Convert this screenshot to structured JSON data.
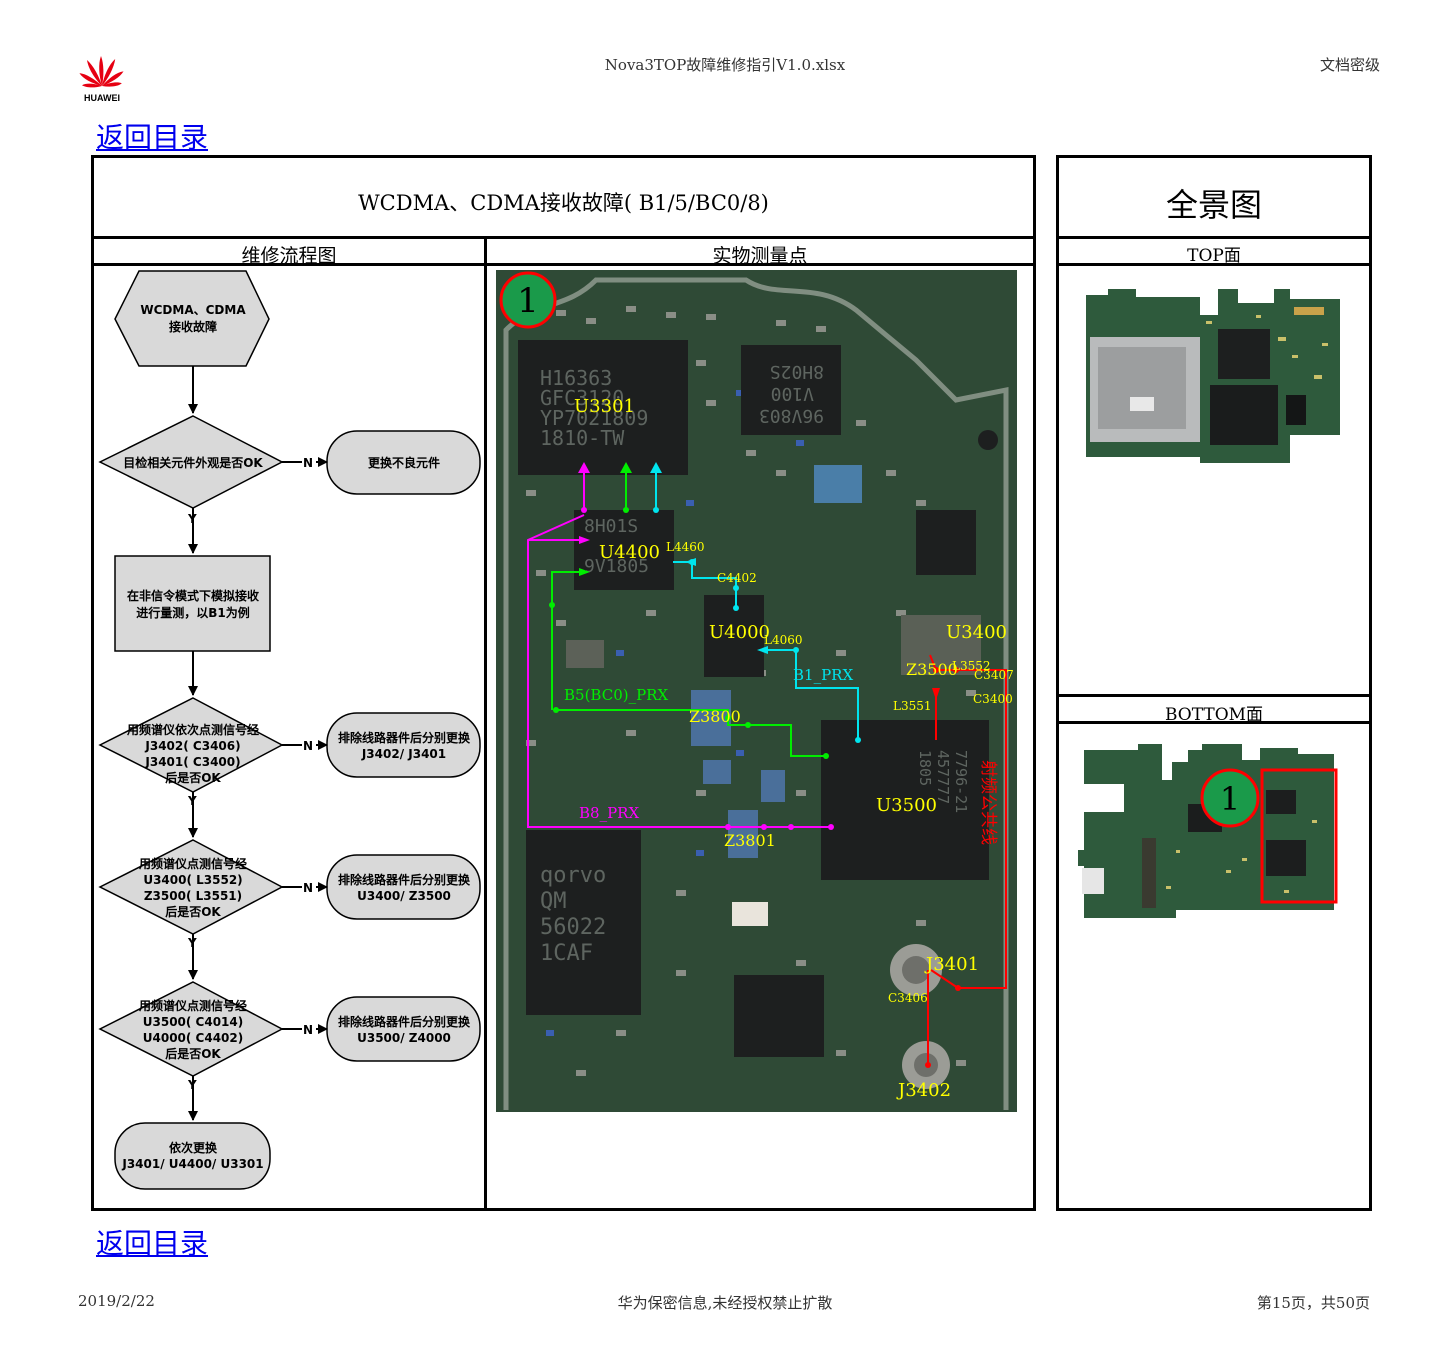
{
  "header": {
    "brand": "HUAWEI",
    "file_name": "Nova3TOP故障维修指引V1.0.xlsx",
    "security": "文档密级"
  },
  "nav": {
    "back_top": "返回目录",
    "back_bottom": "返回目录"
  },
  "title": "WCDMA、CDMA接收故障( B1/5/BC0/8)",
  "overview_title": "全景图",
  "sections": {
    "flow": "维修流程图",
    "points": "实物测量点",
    "top": "TOP面",
    "bottom": "BOTTOM面"
  },
  "flow": {
    "start": [
      "WCDMA、CDMA",
      "接收故障"
    ],
    "d1": "目检相关元件外观是否OK",
    "a1": "更换不良元件",
    "p1": [
      "在非信令模式下模拟接收",
      "进行量测，以B1为例"
    ],
    "d2": [
      "用频谱仪依次点测信号经",
      "J3402( C3406)",
      "J3401( C3400)",
      "后是否OK"
    ],
    "a2": [
      "排除线路器件后分别更换",
      "J3402/ J3401"
    ],
    "d3": [
      "用频谱仪点测信号经",
      "U3400( L3552)",
      "Z3500( L3551)",
      "后是否OK"
    ],
    "a3": [
      "排除线路器件后分别更换",
      "U3400/ Z3500"
    ],
    "d4": [
      "用频谱仪点测信号经",
      "U3500( C4014)",
      "U4000( C4402)",
      "后是否OK"
    ],
    "a4": [
      "排除线路器件后分别更换",
      "U3500/ Z4000"
    ],
    "end": [
      "依次更换",
      "J3401/ U4400/ U3301"
    ],
    "yes": "Y",
    "no": "N"
  },
  "pcb": {
    "marker": "1",
    "chip_text": {
      "u3301_chip": [
        "H16363",
        "GFC3120",
        "YP7021809",
        "1810-TW"
      ],
      "mirror_chip": [
        "96V803",
        "V100",
        "8H02S"
      ],
      "u4400_chip": [
        "8H01S",
        "9V1805"
      ],
      "qorvo_chip": [
        "qorvo",
        "QM",
        "56022",
        "1CAF"
      ],
      "u3500_chip": [
        "7796-21",
        "457777",
        "1805"
      ]
    },
    "labels": {
      "u3301": "U3301",
      "u4400": "U4400",
      "l4460": "L4460",
      "c4402": "C4402",
      "u4000": "U4000",
      "l4060": "L4060",
      "b1_prx": "B1_PRX",
      "b5_prx": "B5(BC0)_PRX",
      "z3800": "Z3800",
      "b8_prx": "B8_PRX",
      "z3801": "Z3801",
      "u3500": "U3500",
      "u3400": "U3400",
      "z3500": "Z3500",
      "l3552": "L3552",
      "c3407": "C3407",
      "c3400": "C3400",
      "l3551": "L3551",
      "rf_line": "射频公共线",
      "j3401": "J3401",
      "c3406": "C3406",
      "j3402": "J3402"
    },
    "colors": {
      "b1": "#00e5ee",
      "b5": "#00ee00",
      "b8": "#ff00ff",
      "rf": "#ff0000",
      "label": "#ffff00",
      "board": "#2f4a36"
    }
  },
  "footer": {
    "date": "2019/2/22",
    "confidential": "华为保密信息,未经授权禁止扩散",
    "page": "第15页，共50页"
  }
}
